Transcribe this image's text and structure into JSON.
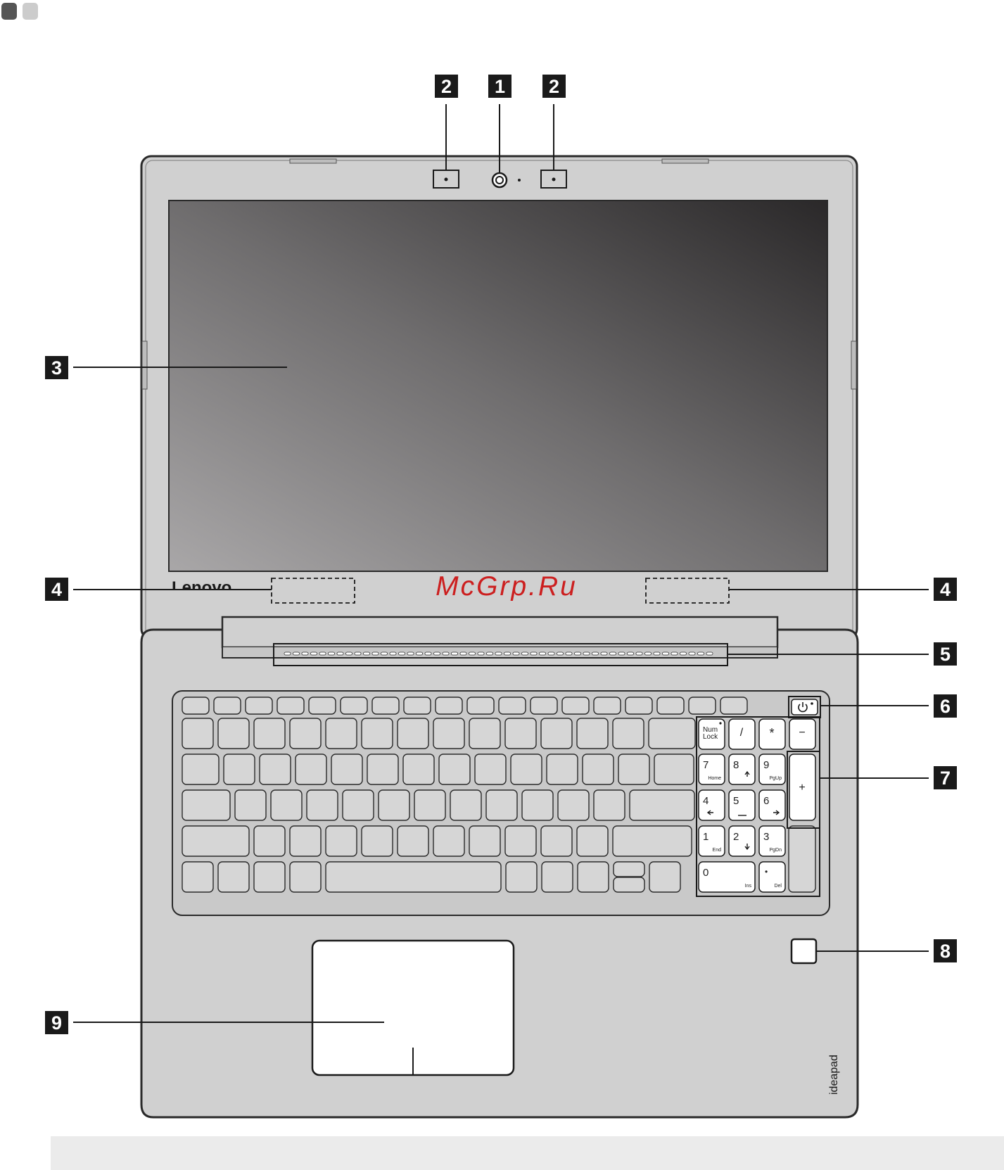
{
  "header": {
    "tab_colors": [
      "#555555",
      "#cccccc"
    ]
  },
  "callouts": [
    {
      "number": "1",
      "target": "camera"
    },
    {
      "number": "2",
      "target": "microphone-left"
    },
    {
      "number": "2",
      "target": "microphone-right"
    },
    {
      "number": "3",
      "target": "display"
    },
    {
      "number": "4",
      "target": "antenna-left"
    },
    {
      "number": "4",
      "target": "antenna-right"
    },
    {
      "number": "5",
      "target": "air-vent"
    },
    {
      "number": "6",
      "target": "power-button"
    },
    {
      "number": "7",
      "target": "numeric-keypad"
    },
    {
      "number": "8",
      "target": "fingerprint-reader"
    },
    {
      "number": "9",
      "target": "touchpad"
    }
  ],
  "labels": {
    "bezel_logo": "Lenovo",
    "watermark": "McGrp.Ru",
    "palmrest_logo": "ideapad"
  },
  "numpad": {
    "num_lock": [
      "Num",
      "Lock"
    ],
    "slash": "/",
    "asterisk": "*",
    "minus": "−",
    "plus": "+",
    "seven": "7",
    "home": "Home",
    "eight": "8",
    "nine": "9",
    "pgup": "PgUp",
    "four": "4",
    "five": "5",
    "six": "6",
    "one": "1",
    "end": "End",
    "two": "2",
    "three": "3",
    "pgdn": "PgDn",
    "zero": "0",
    "ins": "Ins",
    "dot": "•",
    "del": "Del"
  },
  "colors": {
    "callout_bg": "#1a1a1a",
    "body": "#d0d0d0",
    "outline": "#2a2a2a",
    "screen_dark": "#2a2829",
    "screen_light": "#a9a7a8",
    "watermark": "#cc1f1f"
  }
}
